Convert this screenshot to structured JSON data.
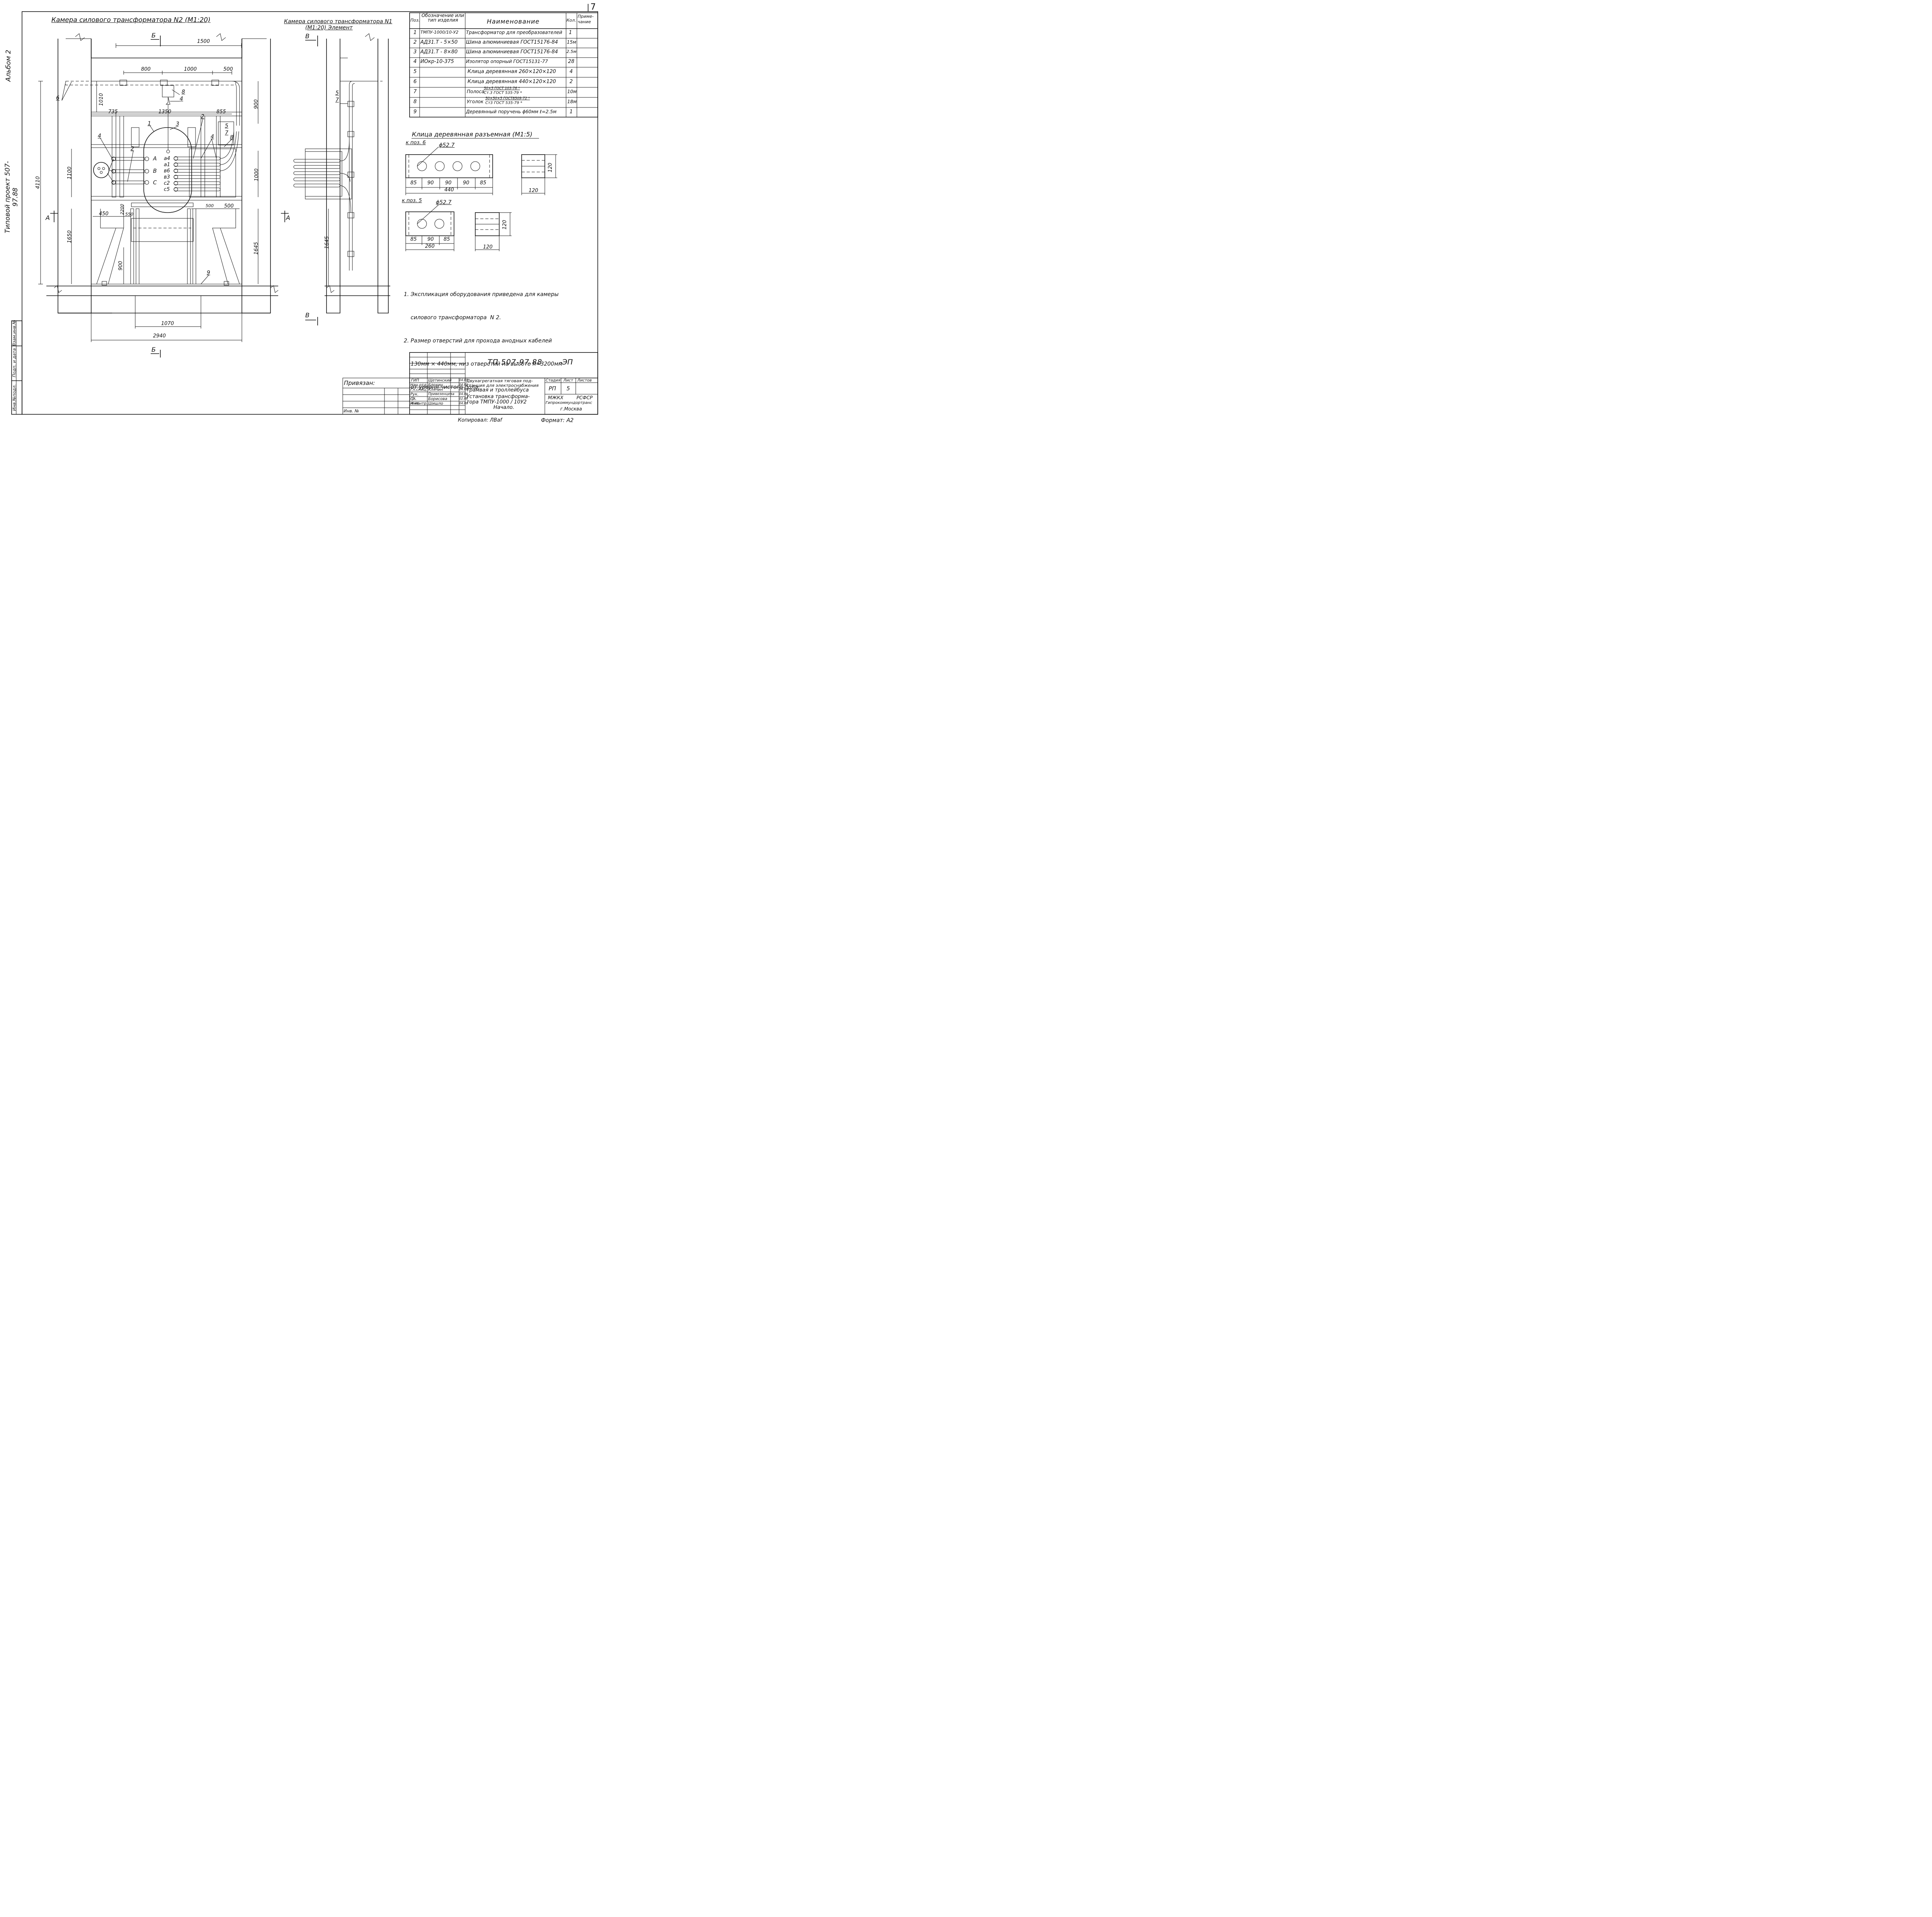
{
  "page_number": "7",
  "side": {
    "album": "Альбом 2",
    "project": "Типовой проект 507-97.88"
  },
  "left_stamp": [
    "Инв.№подл.",
    "Подп. и дата",
    "Взам.инв.№"
  ],
  "view_left": {
    "title": "Камера силового трансформатора  N2  (М1:20)",
    "section_cut": "Б",
    "section_a": "А",
    "dims": [
      "1500",
      "800",
      "1000",
      "500",
      "1010",
      "900",
      "735",
      "1350",
      "855",
      "1100",
      "1000",
      "4110",
      "1650",
      "1645",
      "2200",
      "450",
      "550",
      "500",
      "500",
      "900",
      "1070",
      "2940"
    ],
    "callouts": [
      "1",
      "2",
      "3",
      "4",
      "5",
      "6",
      "7",
      "8",
      "9",
      "2",
      "4",
      "4",
      "8"
    ],
    "phases": [
      "А",
      "В",
      "С"
    ],
    "terminals": [
      "а4",
      "а1",
      "в6",
      "в3",
      "с2",
      "с5"
    ]
  },
  "view_right": {
    "title_line1": "Камера силового трансформатора N1",
    "title_line2": "(М1:20)  Элемент",
    "section_cut": "В",
    "section_a": "А",
    "dims": [
      "1645"
    ],
    "callouts": [
      "5",
      "7"
    ]
  },
  "spec_table": {
    "headers": [
      "Поз.",
      "Обозначение или тип изделия",
      "Наименование",
      "Кол.",
      "Приме-чание"
    ],
    "rows": [
      {
        "pos": "1",
        "code": "ТМПУ-1000/10-У2",
        "name": "Трансформатор для преобразователей",
        "qty": "1",
        "note": ""
      },
      {
        "pos": "2",
        "code": "АД31.Т - 5×50",
        "name": "Шина алюминиевая  ГОСТ15176-84",
        "qty": "15м",
        "note": ""
      },
      {
        "pos": "3",
        "code": "АД31.Т - 8×80",
        "name": "Шина алюминиевая  ГОСТ15176-84",
        "qty": "2.5м",
        "note": ""
      },
      {
        "pos": "4",
        "code": "ИОкр-10-375",
        "name": "Изолятор опорный   ГОСТ15131-77",
        "qty": "28",
        "note": ""
      },
      {
        "pos": "5",
        "code": "",
        "name": "Клица деревянная  260×120×120",
        "qty": "4",
        "note": ""
      },
      {
        "pos": "6",
        "code": "",
        "name": "Клица деревянная  440×120×120",
        "qty": "2",
        "note": ""
      },
      {
        "pos": "7",
        "code": "",
        "name_prefix": "Полоса",
        "name_top": "50×5 ГОСТ 103-76 *",
        "name_bottom": "Ст.3 ГОСТ 535-79 *",
        "qty": "10м",
        "note": ""
      },
      {
        "pos": "8",
        "code": "",
        "name_prefix": "Уголок",
        "name_top": "50×50×5 ГОСТ8509-72 *",
        "name_bottom": "Ст3 ГОСТ 535-79 *",
        "qty": "18м",
        "note": ""
      },
      {
        "pos": "9",
        "code": "",
        "name": "Деревянный поручень ϕ60мм ℓ=2.5м",
        "qty": "1",
        "note": ""
      }
    ]
  },
  "clamp_detail": {
    "title": "Клица деревянная  разъемная (М1:5)",
    "pos6_label": "к поз. 6",
    "pos5_label": "к поз. 5",
    "hole_dia": "ϕ52.7",
    "pos6_dims": [
      "85",
      "90",
      "90",
      "90",
      "85",
      "440",
      "120",
      "120"
    ],
    "pos5_dims": [
      "85",
      "90",
      "85",
      "260",
      "120",
      "120"
    ]
  },
  "notes": [
    "1. Экспликация оборудования приведена для камеры",
    "    силового трансформатора  N 2.",
    "2. Размер отверстий для прохода анодных кабелей",
    "    130мм × 440мм, низ отверстий на высоте h=3200мм",
    "    от уровня чистого пола."
  ],
  "title_block": {
    "code": "ТП 507-97.88",
    "suffix": "-ЭП",
    "privyazan": "Привязан:",
    "inv_no": "Инв. №",
    "people": [
      {
        "role": "ГИП",
        "name": "Щетинский",
        "date": "04.88"
      },
      {
        "role": "Нач.отд.",
        "name": "Блохин",
        "date": "04.88"
      },
      {
        "role": "Гл.спец.",
        "name": "Клячин",
        "date": "04.88"
      },
      {
        "role": "Рук. гр.",
        "name": "Привезенцева",
        "date": "04.88"
      },
      {
        "role": "Ст. инж.",
        "name": "Борисова",
        "date": "02.88"
      },
      {
        "role": "Н.контр.",
        "name": "Шишло",
        "date": "04.88"
      }
    ],
    "desc1": [
      "Двухагрегатная тяговая под-",
      "станция для электроснабжения",
      "трамвая  и  троллейбуса"
    ],
    "desc2": [
      "Установка  трансформа-",
      "тора  ТМПУ-1000 / 10У2",
      "Начало."
    ],
    "stage_h": "Стадия",
    "sheet_h": "Лист",
    "sheets_h": "Листов",
    "stage": "РП",
    "sheet": "5",
    "sheets": "",
    "org": [
      "МЖКХ",
      "РСФСР",
      "Гипрокоммундортранс",
      "г.Москва"
    ]
  },
  "footer": {
    "copied": "Копировал: ЛВаf",
    "format": "Формат: А2"
  }
}
